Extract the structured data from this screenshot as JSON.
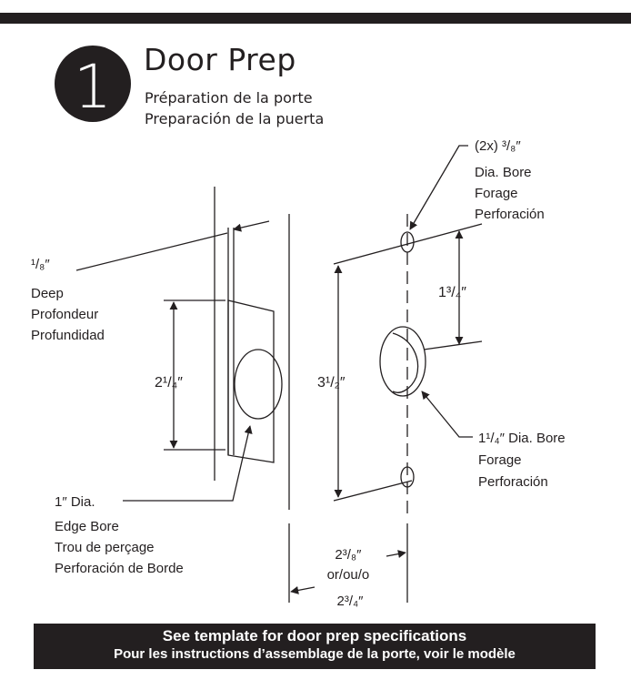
{
  "step": {
    "number": "1",
    "title": "Door Prep",
    "subtitle_fr": "Préparation de la porte",
    "subtitle_es": "Preparación de la puerta"
  },
  "labels": {
    "bore_38": [
      "(2x) ³/₈″",
      "Dia. Bore",
      "Forage",
      "Perforación"
    ],
    "depth_18": [
      "¹/₈″",
      "Deep",
      "Profondeur",
      "Profundidad"
    ],
    "height_214": "2¹/₄″",
    "spacing_312": "3¹/₂″",
    "spacing_134": "1³/₄″",
    "bore_114": [
      "1¹/₄″ Dia. Bore",
      "Forage",
      "Perforación"
    ],
    "edge_bore": [
      "1″ Dia.",
      "Edge Bore",
      "Trou de perçage",
      "Perforación de Borde"
    ],
    "backset": [
      "2³/₈″",
      "or/ou/o",
      "2³/₄″"
    ]
  },
  "banner": {
    "line1": "See template for door prep specifications",
    "line2": "Pour les instructions d’assemblage de la porte, voir le modèle"
  },
  "colors": {
    "ink": "#231f20",
    "background": "#ffffff"
  }
}
